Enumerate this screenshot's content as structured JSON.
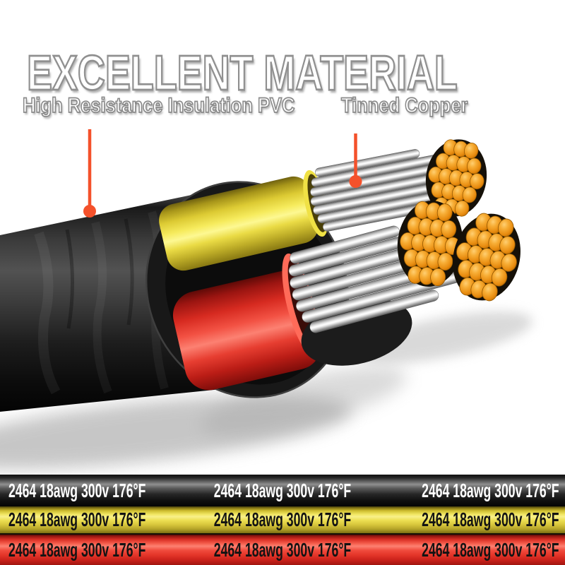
{
  "title": "EXCELLENT MATERIAL",
  "callouts": {
    "pvc": "High Resistance Insulation PVC",
    "copper": "Tinned Copper"
  },
  "spec_label": "2464 18awg 300v 176°F",
  "bars": [
    {
      "id": "black-jacket-print",
      "color": "#1c1c1c",
      "text_color": "#ffffff"
    },
    {
      "id": "yellow-insulation-print",
      "color": "#eedd4a",
      "text_color": "#131313"
    },
    {
      "id": "red-insulation-print",
      "color": "#ee3b31",
      "text_color": "#131313"
    }
  ],
  "colors": {
    "background": "#ffffff",
    "pointer_line": "#f4512b",
    "jacket_black": "#1a1a1a",
    "insulation_yellow": "#f2e44e",
    "insulation_red": "#ee3b31",
    "copper_core": "#f0a02a",
    "tinned_strand": "#dcdcdc",
    "title_fill": "#ffffff",
    "title_outline": "#8f8f8f"
  }
}
